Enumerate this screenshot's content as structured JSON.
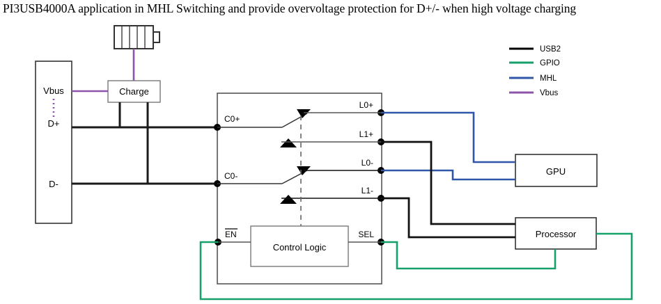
{
  "title": "PI3USB4000A application in MHL Switching and provide overvoltage protection for D+/- when high voltage charging",
  "colors": {
    "usb2": "#000000",
    "gpio": "#16a06a",
    "mhl": "#2f56a8",
    "vbus": "#8c55aa",
    "box_stroke": "#555555",
    "wire_dark": "#1a1a1a"
  },
  "legend": {
    "items": [
      {
        "label": "USB2",
        "color": "#000000"
      },
      {
        "label": "GPIO",
        "color": "#16a06a"
      },
      {
        "label": "MHL",
        "color": "#2f56a8"
      },
      {
        "label": "Vbus",
        "color": "#8c55aa"
      }
    ]
  },
  "connector": {
    "pins": [
      {
        "label": "Vbus"
      },
      {
        "label": "D+"
      },
      {
        "label": "D-"
      }
    ]
  },
  "charger": {
    "label": "Charge"
  },
  "battery": {
    "label": "battery-icon",
    "cells": 5
  },
  "ic": {
    "control_logic_label": "Control Logic",
    "left_pins": [
      {
        "label": "C0+"
      },
      {
        "label": "C0-"
      }
    ],
    "right_pins": [
      {
        "label": "L0+"
      },
      {
        "label": "L1+"
      },
      {
        "label": "L0-"
      },
      {
        "label": "L1-"
      }
    ],
    "control_pins": [
      {
        "label": "EN",
        "overline": true
      },
      {
        "label": "SEL",
        "overline": false
      }
    ]
  },
  "blocks": [
    {
      "name": "gpu",
      "label": "GPU"
    },
    {
      "name": "processor",
      "label": "Processor"
    }
  ]
}
